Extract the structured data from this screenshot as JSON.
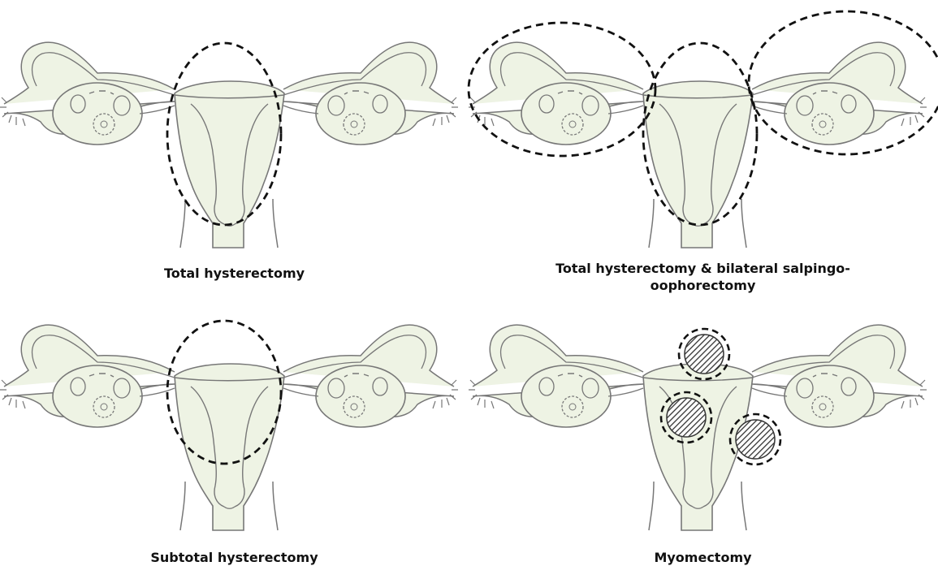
{
  "panels": [
    {
      "caption": "Total hysterectomy",
      "caption_lines": [
        "Total hysterectomy"
      ]
    },
    {
      "caption": "Total hysterectomy & bilateral salpingo-oophorectomy",
      "caption_lines": [
        "Total hysterectomy & bilateral salpingo-",
        "oophorectomy"
      ]
    },
    {
      "caption": "Subtotal hysterectomy",
      "caption_lines": [
        "Subtotal hysterectomy"
      ]
    },
    {
      "caption": "Myomectomy",
      "caption_lines": [
        "Myomectomy"
      ]
    }
  ],
  "colors": {
    "organ_fill": "#eef3e4",
    "outline": "#777777",
    "dashed": "#111111"
  }
}
